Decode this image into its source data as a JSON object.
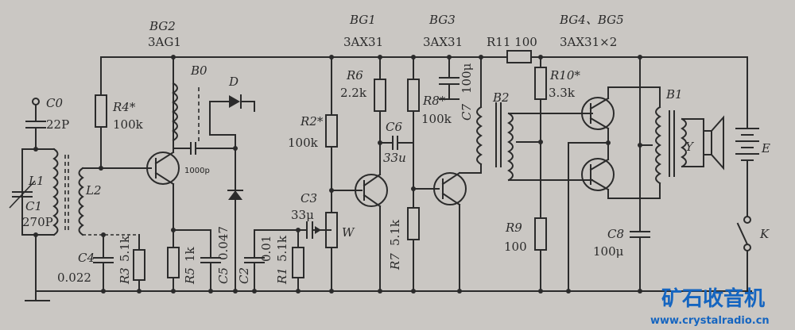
{
  "labels": {
    "bg2": "BG2",
    "bg2_type": "3AG1",
    "bg1": "BG1",
    "bg1_type": "3AX31",
    "bg3": "BG3",
    "bg3_type": "3AX31",
    "bg45": "BG4、BG5",
    "bg45_type": "3AX31×2",
    "b0": "B0",
    "d": "D",
    "r11": "R11 100",
    "c0": "C0",
    "c0_val": "22P",
    "l1": "L1",
    "l2": "L2",
    "c1": "C1",
    "c1_val": "270P",
    "r4": "R4*",
    "r4_val": "100k",
    "c_1000": "1000p",
    "r6": "R6",
    "r6_val": "2.2k",
    "r2": "R2*",
    "r2_val": "100k",
    "c6": "C6",
    "c6_val": "33u",
    "r8": "R8*",
    "r8_val": "100k",
    "c7": "C7",
    "c7_val": "100μ",
    "b2": "B2",
    "r10": "R10*",
    "r10_val": "3.3k",
    "b1": "B1",
    "y": "Y",
    "e": "E",
    "k": "K",
    "c3": "C3",
    "c3_val": "33μ",
    "w": "W",
    "r7": "R7",
    "r7_val": "5.1k",
    "r9": "R9",
    "r9_val": "100",
    "c8": "C8",
    "c8_val": "100μ",
    "c4": "C4",
    "c4_val": "0.022",
    "r3": "R3",
    "r3_val": "5.1k",
    "r5": "R5",
    "r5_val": "1k",
    "c5": "C5",
    "c5_val": "0.047",
    "c2": "C2",
    "c2_val": "0.01",
    "r1": "R1",
    "r1_val": "5.1k"
  },
  "watermark": {
    "title": "矿石收音机",
    "url": "www.crystalradio.cn"
  },
  "colors": {
    "ink": "#2b2b2b",
    "paper": "#cac7c3",
    "watermark": "#1565c0"
  }
}
